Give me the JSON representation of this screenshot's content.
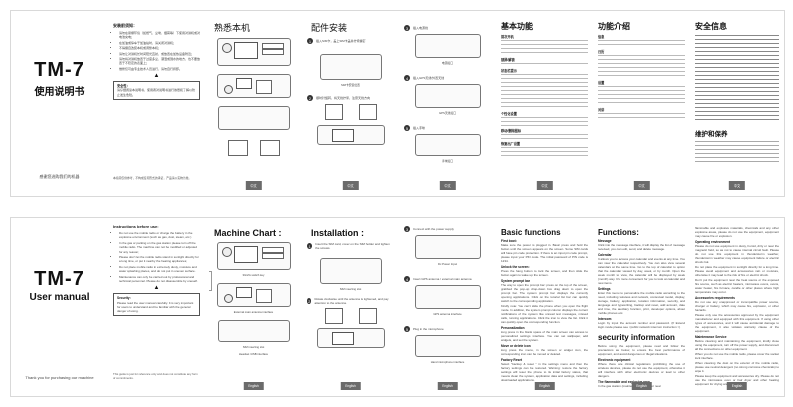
{
  "sheets": {
    "chinese": {
      "cover": {
        "model": "TM-7",
        "subtitle": "使用说明书",
        "thanks": "感谢您选购我们的机器"
      },
      "instructions": {
        "title": "安装前须知：",
        "items": [
          "请勿在易爆环境（如燃气、尘埃、烟雾等）下使用对讲机或对电池充电；",
          "在加油或停车于加油站时，请关闭对讲机；",
          "不得擅自改装本机或调整本机；",
          "请勿让对讲机长时间阳光直射，或放置在加热设备附近；",
          "请勿将对讲机放置于过度多尘、潮湿或溅水的地方，也不要放置于不稳定的表面上；",
          "维修仅可由专业技术人员进行，请勿自行拆卸。"
        ],
        "security_title": "安全性：",
        "security_text": "请仔细阅读本说明书，使用者对说明书进行熟悉和了解以防止发生危险。",
        "disclaimer": "本指南仅供参考，不构成任何形式的承诺，产品请以实物为准。"
      },
      "machine_chart": {
        "title": "熟悉本机"
      },
      "installation": {
        "title": "配件安装",
        "steps": [
          "插入SIM卡，盖上SIM卡盖并拧紧螺钉",
          "顺时针旋转，将天线拧紧，注意天线方向",
          "插入电源线",
          "插入GPS天线/外置天线",
          "插入手咪"
        ],
        "captions": [
          "SIM卡安装位置",
          "电源接口",
          "GPS天线接口",
          "外置天线接口",
          "手咪接口"
        ]
      },
      "basic_functions": {
        "title": "基本功能",
        "sections": [
          "首次开机",
          "锁屏/解锁",
          "状态栏提示",
          "个性化设置",
          "移动/删除图标",
          "恢复出厂设置"
        ]
      },
      "functions": {
        "title": "功能介绍",
        "sections": [
          "信息",
          "日历",
          "设置",
          "对讲"
        ]
      },
      "safety": {
        "title": "安全信息",
        "maintenance_title": "维护和保养"
      },
      "page_tab": "中文"
    },
    "english": {
      "cover": {
        "model": "TM-7",
        "subtitle": "User manual",
        "thanks": "Thank you for purchasing our machine"
      },
      "instructions": {
        "title": "Instructions before use:",
        "items": [
          "Do not use the mobile radio or charge the battery in the explosive environment (such as gas, dust, steam, etc.)",
          "In the gas or parking on the gas station please turn off the mobile radio. The machine can not be modified or adjusted for any reason;",
          "Please don't let the mobile radio stand in sunlight directly for a long time, or put it nearby the heating appliances;",
          "Do not place mobile radio in extremely dusty, moisture and water splashing places, and do not put in uneven surface.",
          "Maintenance can only be carried out by professional and technical personnel. Please do not disassemble by oneself."
        ],
        "security_title": "Security:",
        "security_text": "Please read the user manual carefully. It is very important for users to understand and be familiar with the general danger of using.",
        "disclaimer": "This guide is just for reference only and does not constitute any form of commitments."
      },
      "machine_chart": {
        "title": "Machine Chart :",
        "labels": [
          "On /off indicator",
          "Lamp/LCD",
          "TPS",
          "Layout",
          "Knob key",
          "Mic interface",
          "Side Antenna",
          "Return",
          "Panel bracket",
          "SIM switch key",
          "3G/2G switch key",
          "Customized button",
          "Customized Accessible buttons",
          "GPS antenna interface",
          "External main antenna interface",
          "DC power interface",
          "Speaker",
          "SIM inserting slot",
          "Headset /USB interface"
        ]
      },
      "installation": {
        "title": "Installation :",
        "steps": [
          "Insert the SIM card, cover on the SIM holder and tighten the screws.",
          "Rotate clockwise until the antenna is tightened, and pay attention to the antenna.",
          "Connect with the power supply",
          "Insert GPS antenna / external main antenna",
          "Plug in the microphone"
        ],
        "captions": [
          "SIM inserting slot",
          "Dc Power Input",
          "GPS antenna interface",
          "external antenna ( customized )",
          "Hand microphone interface"
        ]
      },
      "basic_functions": {
        "title": "Basic functions",
        "sections": [
          {
            "heading": "First boot:",
            "text": "Make sure the power is plugged in. Basic press and hold the button until the screen appears on the screen. Some SIM cards will have pin code protection. If there is an input pin code prompt, please input your PIN code. The initial password of PIN code is 1234."
          },
          {
            "heading": "Unlock the screen:",
            "text": "Press the hang button to lock the screen, and then slide the button again to wake up the screen."
          },
          {
            "heading": "System prompt bar",
            "text": "The way to open the prompt bar: press on the top of the screen, grabbed the pop-up drop-down box drag down to open the prompt bar. The system prompt bar displays the currently opening applications. Click on the tutorial list bar can quickly switch to the corresponding application."
          },
          {
            "heading": "",
            "text": "Kindly note: You can't slide the phone when you open the flight mode. In addition, the system prompt column displays the current notifications of the system like unread text messages, missed calls, running applications. Click the icon to view the list. Click it can quickly open the corresponding function."
          },
          {
            "heading": "Personalization",
            "text": "long press in the blank space of the main screen can access to personalized settings interface. You can set wallpaper, add widgets, and set the system."
          },
          {
            "heading": "Move or delete icon",
            "text": "long press the menu, in the screen or widget icon, the corresponding icon can be moved or deleted."
          },
          {
            "heading": "Factory Reset",
            "text": "Select \"backup & reset \" in the settings menu and then the factory settings can be restored. Warning: restore the factory settings will reset the phone to its initial factory status, that means clean the system, application data and settings, including downloaded applications."
          }
        ]
      },
      "functions": {
        "title": "Functions:",
        "sections": [
          {
            "heading": "Message",
            "text": "Click into the message interface, it will display the list of message received, you can edit, send, and delete message."
          },
          {
            "heading": "Calendar",
            "text": "It allows you to access your calendar and events at any time. You can view the calendar respectively. You can also view several calendars at the same time. Go to the top of calendar to option that the calendar viewed by day, week, or by month. Open the week month to view, the calendar will be displayed by week (month) way. It's more convenient for you to look at calendar and new items."
          },
          {
            "heading": "Settings",
            "text": "Enter this menu to personalize the mobile radio according to the need, including wireless and network, contextual model, display, storage, battery, application, location information, security, and language and typewriting, backup and reset, add account, date and time, the auxiliary function, print, developer options, about mobile phones etc."
          },
          {
            "heading": "Intercom",
            "text": "Login by input the account number and password. (If Extend login mode please see <public network intercom instruction >)"
          }
        ],
        "security_info": {
          "title": "security information",
          "intro": "Before using the equipment, please read and follow the precautions as below, to ensure the best performance of equipment, and avoid dangerous or illegal situations.",
          "sections": [
            {
              "heading": "Electronic equipment",
              "text": "Where there are clinical regulations prohibiting the use of wireless devices, please do not use the equipment, otherwise it will interfere with other electronic devices or lead to other dangers."
            },
            {
              "heading": "The flammable and explosive area",
              "text": "In the gas station (maintenance station) or near"
            }
          ]
        }
      },
      "safety": {
        "sections": [
          {
            "heading": "",
            "text": "flammable and explosive materials, chemicals and any other explosive areas, please do not use the equipment, equipment may cause fire or explosion."
          },
          {
            "heading": "Operating environment",
            "text": "Please do not use equipment in dusty, humid, dirty or near the magnetic field, so as not to cause internal circuit fault. Please do not use this equipment in thunderstorm weather, thunderstorm weather may cause equipment failure or electric shock risk."
          },
          {
            "heading": "",
            "text": "Do not place the equipment in sunlight directly for a long time. Please avoid equipment and accessories rain or moisture, otherwise it may lead to the risk of fire or electric shock."
          },
          {
            "heading": "",
            "text": "Don't put the equipment near the heat source or the exposed fire source, such as electric heaters, microwave ovens, ovens, water heater, fire furnace, candle or other places where high temperature may occur."
          },
          {
            "heading": "Accessories requirements",
            "text": "Do not use any unapproved or incompatible power source, charger or battery, which may cause fire, explosion, or other hazards."
          },
          {
            "heading": "",
            "text": "Please only use the accessories approved by the equipment manufacturer and equipped with this equipment. If using other types of accessories, and it will cause accidental damage to the equipment, it also violates warranty clause of the equipment."
          },
          {
            "heading": "Maintenance Service",
            "text": "Before cleaning and maintaining the equipment, kindly close using the equipment, turn off the power supply, and disconnect all the connections on other equipment."
          },
          {
            "heading": "",
            "text": "When you do not use the mobile radio, please cover the socket lock interface."
          },
          {
            "heading": "",
            "text": "When cleaning the dust on the exterior of the mobile radio, please use neutral detergent (no strong corrosive chemicals) to wipe it."
          },
          {
            "heading": "",
            "text": "Please keep the equipment and accessories dry. Please do not use the microwave oven or hair dryer and other heating equipment for drying and it."
          }
        ]
      },
      "page_tab": "English"
    }
  },
  "colors": {
    "tab_bg": "#6b6b6b",
    "sheet_border": "#d9d9d9",
    "text": "#222222"
  }
}
